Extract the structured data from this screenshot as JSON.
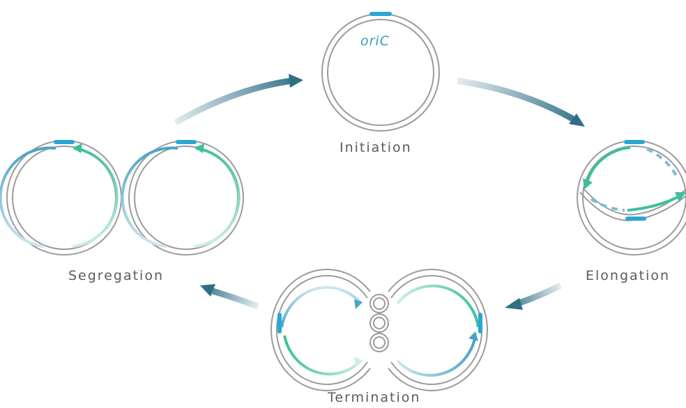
{
  "labels": {
    "origin": "oriC",
    "initiation": "Initiation",
    "elongation": "Elongation",
    "termination": "Termination",
    "segregation": "Segregation"
  },
  "colors": {
    "ring": "#9b9b9b",
    "label": "#555c62",
    "origin_label": "#3a9fb8",
    "origin_marker": "#2aa7d4",
    "strand_blue": "#4aa3c7",
    "strand_green": "#3dbf9c",
    "arrow_dark": "#2f6f86",
    "arrow_light": "#d8e3e7"
  },
  "icons": [
    "cycle-arrow",
    "replication-fork-arrow",
    "terminus-rings"
  ]
}
